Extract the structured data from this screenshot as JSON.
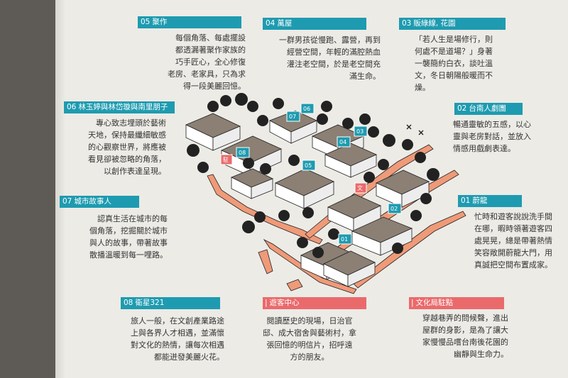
{
  "panels": {
    "p05": {
      "num": "05",
      "title": "聚作",
      "lines": [
        "每個角落、每處擺設",
        "都透漏著聚作家族的",
        "巧手匠心，全心修復",
        "老房、老家具，只為求",
        "得一段美麗回憶。"
      ]
    },
    "p04": {
      "num": "04",
      "title": "萬屋",
      "lines": [
        "一群男孩從慢跑、露營，再到",
        "經營空間，年輕的滿腔熱血",
        "灌注老空間，於是老空間充",
        "滿生命。"
      ]
    },
    "p03": {
      "num": "03",
      "title": "販綠線, 花園",
      "lines": [
        "「若人生是場修行，則",
        "何處不是道場？」身著",
        "一襲簡約白衣，談吐溫",
        "文，冬日朝陽般暖而不",
        "燥。"
      ]
    },
    "p06": {
      "num": "06",
      "title": "林玉婷與林岱璇與南里朋子",
      "lines": [
        "專心致志埋頭於藝術",
        "天地，保持最纖細敏感",
        "的心觀察世界，將應被",
        "看見卻被忽略的角落，",
        "以創作表達呈現。"
      ]
    },
    "p02": {
      "num": "02",
      "title": "台南人劇團",
      "lines": [
        "暢通靈敏的五感，以心",
        "靈與老房對話，並放入",
        "情感用戲劇表達。"
      ]
    },
    "p07": {
      "num": "07",
      "title": "城市故事人",
      "lines": [
        "認真生活在城市的每",
        "個角落，挖掘關於城市",
        "與人的故事，帶著故事",
        "散播溫暖到每一哩路。"
      ]
    },
    "p01": {
      "num": "01",
      "title": "蔚龍",
      "lines": [
        "忙時和遊客說說洗手間",
        "在哪，暇時領著遊客四",
        "處晃晃，總是帶著熱情",
        "笑容敞開蔚龍大門，用",
        "真誠把空間布置成家。"
      ]
    },
    "p08": {
      "num": "08",
      "title": "衛星321",
      "lines": [
        "旅人一般，在文創產業路途",
        "上與各界人才相遇，並滿懷",
        "對文化的熱情，讓每次相遇",
        "都能迸發美麗火花。"
      ]
    },
    "pvc": {
      "title": "遊客中心",
      "lines": [
        "閱讀歷史的現場，日治官",
        "邸、成大宿舍與藝術村，拿",
        "張回憶的明信片，招呼遠",
        "方的朋友。"
      ]
    },
    "pcb": {
      "title": "文化局駐點",
      "lines": [
        "穿越巷弄的問候聲，進出",
        "屋群的身影，是為了讓大",
        "家慢慢品嚐台南後花園的",
        "幽靜與生命力。"
      ]
    }
  },
  "map_markers": {
    "m01": "01",
    "m02": "02",
    "m03": "03",
    "m04": "04",
    "m05": "05",
    "m06": "06",
    "m07": "07",
    "m08": "08",
    "mwen": "文",
    "mju": "駐"
  },
  "colors": {
    "teal": "#1e9bb0",
    "coral": "#ea6a6c",
    "wall": "#ef9a78",
    "ink": "#222222"
  }
}
